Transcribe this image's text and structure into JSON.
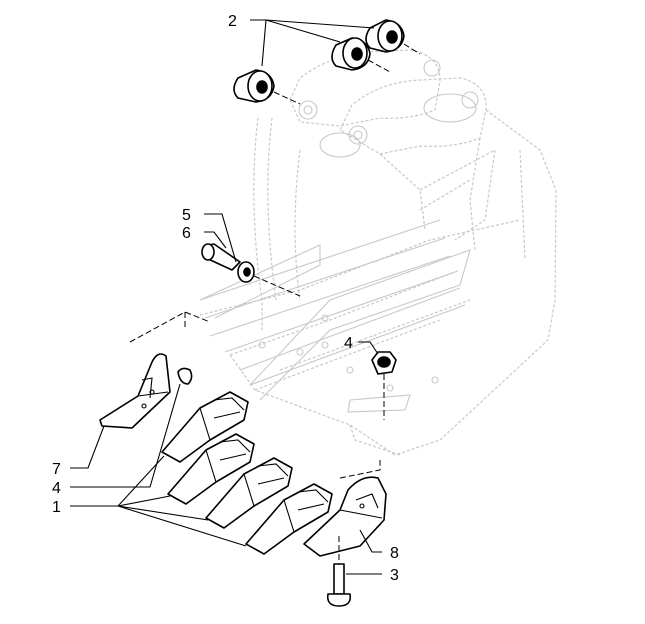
{
  "callouts": {
    "c1": "1",
    "c2": "2",
    "c3": "3",
    "c4_top": "4",
    "c4_left": "4",
    "c5": "5",
    "c6": "6",
    "c7": "7",
    "c8": "8"
  }
}
